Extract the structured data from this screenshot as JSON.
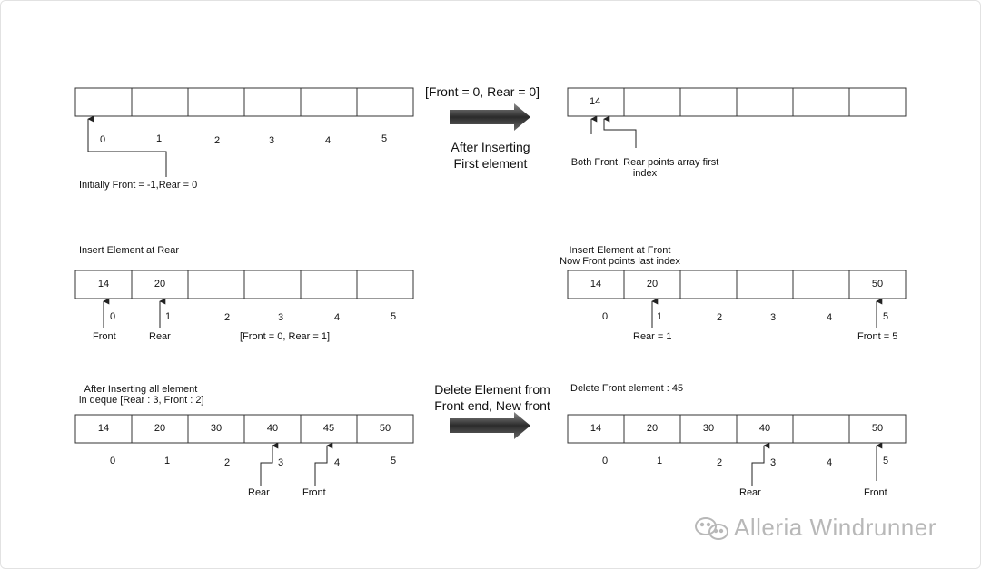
{
  "panel1": {
    "indices": [
      "0",
      "1",
      "2",
      "3",
      "4",
      "5"
    ],
    "caption": "Initially Front = -1,Rear = 0"
  },
  "arrow1": {
    "top_label": "[Front  = 0, Rear  = 0]",
    "bottom_label_line1": "After Inserting",
    "bottom_label_line2": "First element"
  },
  "panel2": {
    "cells": [
      "14",
      "",
      "",
      "",
      "",
      ""
    ],
    "caption_line1": "Both Front, Rear points array first",
    "caption_line2": "index"
  },
  "panel3": {
    "title": "Insert Element at Rear",
    "cells": [
      "14",
      "20",
      "",
      "",
      "",
      ""
    ],
    "indices": [
      "0",
      "1",
      "2",
      "3",
      "4",
      "5"
    ],
    "front_label": "Front",
    "rear_label": "Rear",
    "note": "[Front = 0, Rear = 1]"
  },
  "panel4": {
    "title_line1": "Insert Element at Front",
    "title_line2": "Now Front points last index",
    "cells": [
      "14",
      "20",
      "",
      "",
      "",
      "50"
    ],
    "indices": [
      "0",
      "1",
      "2",
      "3",
      "4",
      "5"
    ],
    "rear_label": "Rear = 1",
    "front_label": "Front = 5"
  },
  "panel5": {
    "title_line1": "After Inserting all element",
    "title_line2": "in deque [Rear : 3, Front : 2]",
    "cells": [
      "14",
      "20",
      "30",
      "40",
      "45",
      "50"
    ],
    "indices": [
      "0",
      "1",
      "2",
      "3",
      "4",
      "5"
    ],
    "rear_label": "Rear",
    "front_label": "Front"
  },
  "arrow2": {
    "label_line1": "Delete Element  from",
    "label_line2": "Front end, New front"
  },
  "panel6": {
    "title": "Delete Front element : 45",
    "cells": [
      "14",
      "20",
      "30",
      "40",
      "",
      "50"
    ],
    "indices": [
      "0",
      "1",
      "2",
      "3",
      "4",
      "5"
    ],
    "rear_label": "Rear",
    "front_label": "Front"
  },
  "watermark": "Alleria Windrunner",
  "colors": {
    "line": "#333333",
    "arrow_dark": "#2b2b2b",
    "arrow_light": "#8a8a8a",
    "watermark": "#b8b8b8"
  }
}
